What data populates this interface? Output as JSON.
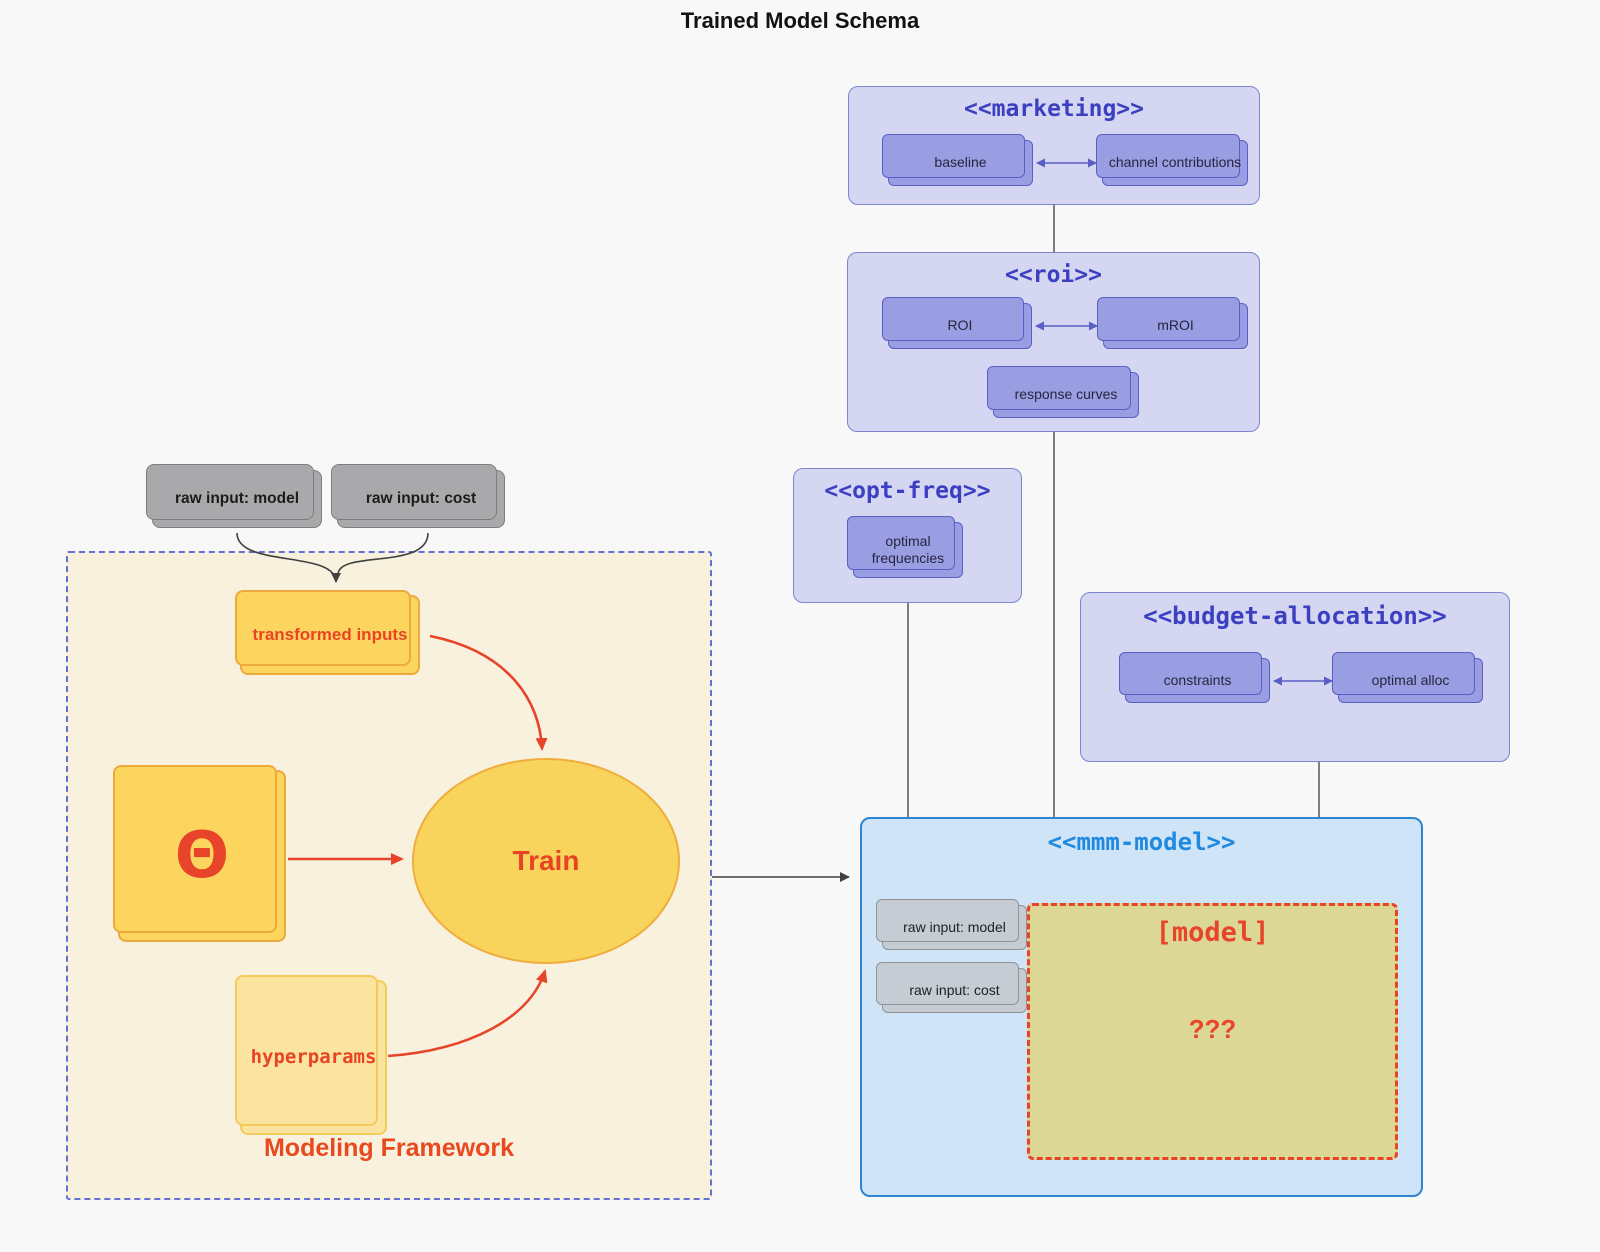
{
  "title": "Trained Model Schema",
  "marketing": {
    "stereotype": "<<marketing>>",
    "baseline": "baseline",
    "channel_contributions": "channel contributions"
  },
  "roi": {
    "stereotype": "<<roi>>",
    "roi": "ROI",
    "mroi": "mROI",
    "response_curves": "response curves"
  },
  "opt_freq": {
    "stereotype": "<<opt-freq>>",
    "optimal_frequencies": "optimal frequencies"
  },
  "budget_allocation": {
    "stereotype": "<<budget-allocation>>",
    "constraints": "constraints",
    "optimal_alloc": "optimal alloc"
  },
  "mmm_model": {
    "stereotype": "<<mmm-model>>",
    "raw_input_model": "raw input: model",
    "raw_input_cost": "raw input: cost",
    "model_placeholder": "[model]",
    "model_unknown": "???"
  },
  "raw_inputs": {
    "model": "raw input: model",
    "cost": "raw input: cost"
  },
  "framework": {
    "label": "Modeling Framework",
    "transformed_inputs": "transformed inputs",
    "theta": "Θ",
    "train": "Train",
    "hyperparams": "hyperparams"
  },
  "colors": {
    "background": "#f8f8f9",
    "panel_purple": "#d4d6f2",
    "panel_purple_border": "#7f85cf",
    "node_purple": "#999de2",
    "node_purple_border": "#5a5fc5",
    "stereotype_purple": "#3b3fc0",
    "panel_blue": "#cfe4f7",
    "panel_blue_border": "#2e86d1",
    "stereotype_blue": "#1f8ae0",
    "node_gray": "#a9a9ab",
    "node_grayblue": "#c5ccd3",
    "khaki": "#ddd795",
    "framework_cream": "#f8f1de",
    "framework_border": "#6470d4",
    "yellow": "#fbd55e",
    "yellow_border": "#edaa3c",
    "light_yellow": "#fbe4a0",
    "red": "#e8442a",
    "dark_line": "#404040"
  }
}
